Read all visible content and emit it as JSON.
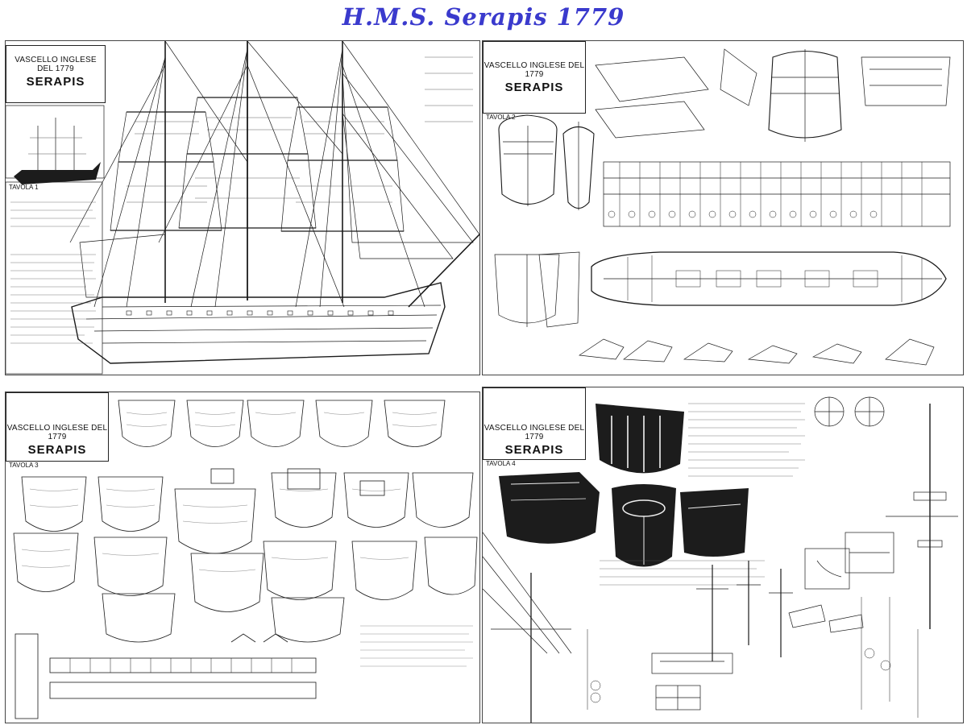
{
  "page": {
    "title": "H.M.S. Serapis 1779",
    "title_color": "#3a3acd"
  },
  "sheets": [
    {
      "subtitle": "VASCELLO INGLESE DEL 1779",
      "name": "SERAPIS",
      "tavola": "TAVOLA 1"
    },
    {
      "subtitle": "VASCELLO INGLESE DEL 1779",
      "name": "SERAPIS",
      "tavola": "TAVOLA 2"
    },
    {
      "subtitle": "VASCELLO INGLESE DEL 1779",
      "name": "SERAPIS",
      "tavola": "TAVOLA 3"
    },
    {
      "subtitle": "VASCELLO INGLESE DEL 1779",
      "name": "SERAPIS",
      "tavola": "TAVOLA 4"
    }
  ],
  "colors": {
    "ink": "#1a1a1a",
    "paper": "#ffffff",
    "hull": "#1c1c1c"
  }
}
